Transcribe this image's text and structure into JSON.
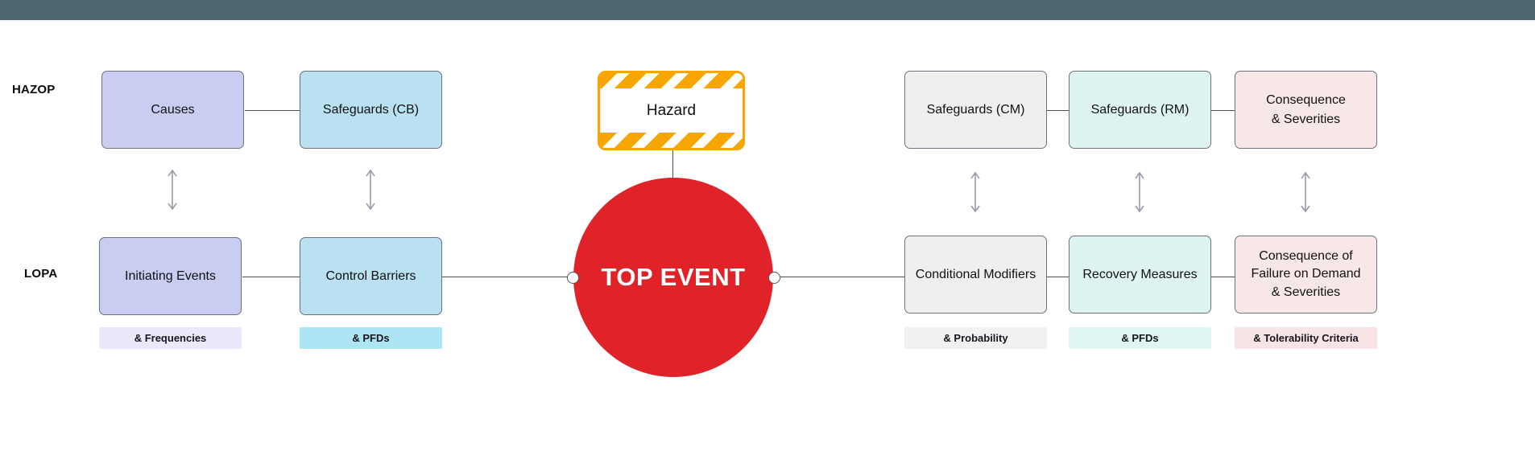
{
  "topbar": {
    "color": "#4d6670"
  },
  "row_labels": {
    "hazop": "HAZOP",
    "lopa": "LOPA"
  },
  "hazard": {
    "label": "Hazard",
    "stripe_color": "#f7a600"
  },
  "top_event": {
    "label": "TOP EVENT",
    "color": "#e02328"
  },
  "columns": [
    {
      "id": "causes",
      "top_label": "Causes",
      "bottom_label": "Initiating Events",
      "tag": "& Frequencies",
      "box_color": "#cacdf2",
      "tag_color": "#eae8fa"
    },
    {
      "id": "safeguards-cb",
      "top_label": "Safeguards (CB)",
      "bottom_label": "Control Barriers",
      "tag": "& PFDs",
      "box_color": "#bae1f2",
      "tag_color": "#ade5f4"
    },
    {
      "id": "safeguards-cm",
      "top_label": "Safeguards (CM)",
      "bottom_label": "Conditional Modifiers",
      "tag": "& Probability",
      "box_color": "#efeff0",
      "tag_color": "#f1f1f2"
    },
    {
      "id": "safeguards-rm",
      "top_label": "Safeguards (RM)",
      "bottom_label": "Recovery Measures",
      "tag": "& PFDs",
      "box_color": "#def4f1",
      "tag_color": "#def5f1"
    },
    {
      "id": "consequence",
      "top_label": "Consequence\n& Severities",
      "bottom_label": "Consequence of\nFailure on Demand\n& Severities",
      "tag": "& Tolerability Criteria",
      "box_color": "#f8e7e7",
      "tag_color": "#f8e4e4"
    }
  ]
}
